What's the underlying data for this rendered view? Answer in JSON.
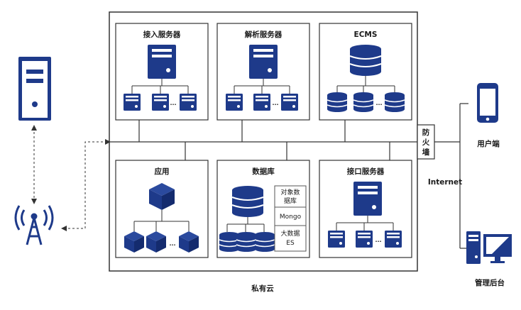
{
  "cloud": {
    "label": "私有云"
  },
  "boxes": {
    "access": {
      "label": "接入服务器"
    },
    "parse": {
      "label": "解析服务器"
    },
    "ecms": {
      "label": "ECMS"
    },
    "app": {
      "label": "应用"
    },
    "db": {
      "label": "数据库",
      "items": [
        "对象数",
        "据库",
        "Mongo",
        "大数据",
        "ES"
      ]
    },
    "api": {
      "label": "接口服务器"
    }
  },
  "firewall": {
    "chars": [
      "防",
      "火",
      "墙"
    ]
  },
  "internet": {
    "label": "Internet"
  },
  "clients": {
    "user": {
      "label": "用户端"
    },
    "admin": {
      "label": "管理后台"
    }
  },
  "colors": {
    "device": "#1e3a8a",
    "line": "#333333",
    "box_border": "#333333"
  }
}
